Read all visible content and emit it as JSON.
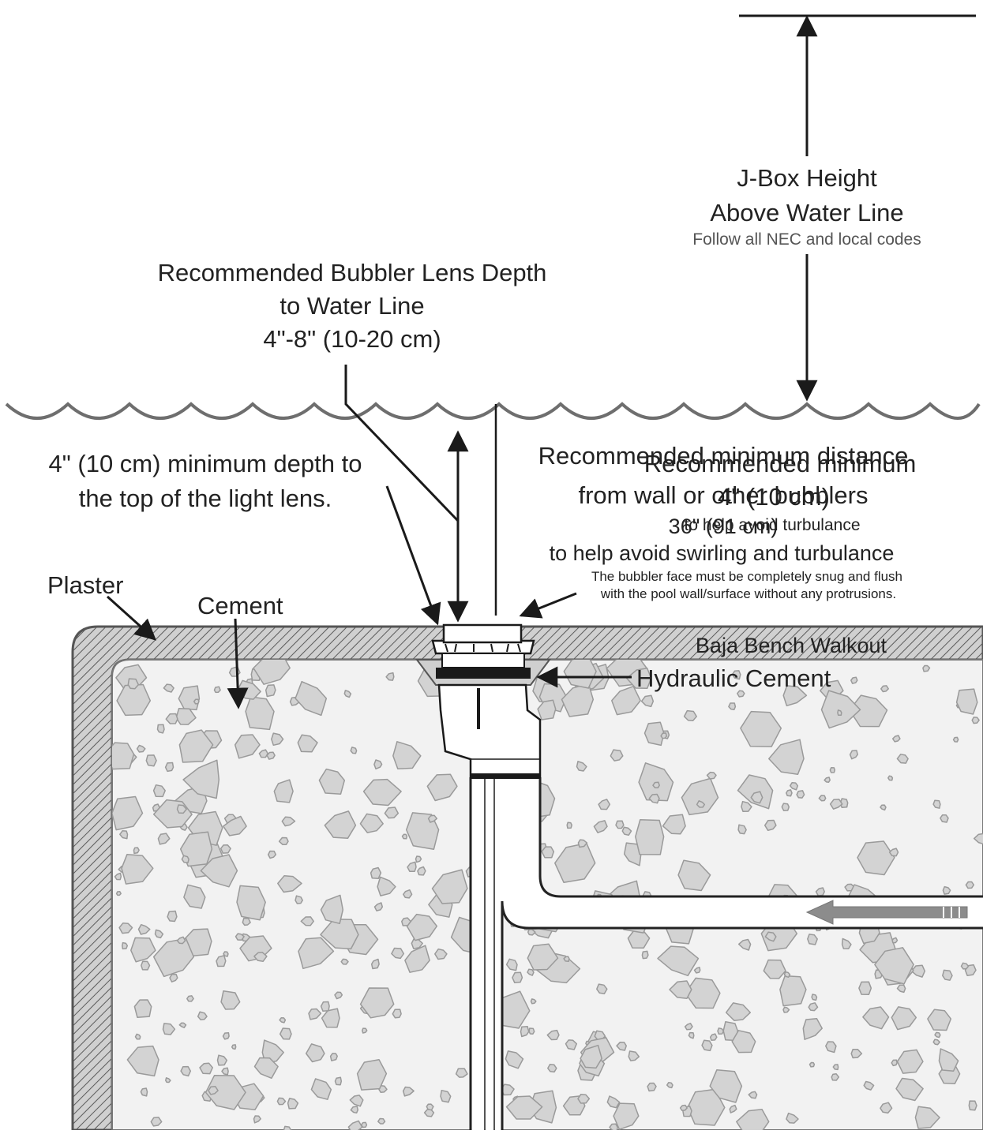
{
  "labels": {
    "jbox_title_1": "J-Box Height",
    "jbox_title_2": "Above Water Line",
    "jbox_note": "Follow all NEC and local codes",
    "lens_depth_1": "Recommended Bubbler Lens Depth",
    "lens_depth_2": "to Water Line",
    "lens_depth_3": "4\"-8\"  (10-20 cm)",
    "min_depth_1": "4\" (10 cm) minimum depth to",
    "min_depth_2": "the top of the light lens.",
    "distance_1": "Recommended minimum distance",
    "distance_2": "from wall or other bubblers",
    "distance_3": "36\" (91 cm)",
    "distance_4": "to help avoid swirling and turbulance",
    "ghost_1": "Recommended    minimum",
    "ghost_2": "4\" (10 cm)",
    "ghost_3": "to help avoid turbulance",
    "flush_note_1": "The bubbler face must be completely snug and flush",
    "flush_note_2": "with the pool wall/surface without any protrusions.",
    "plaster": "Plaster",
    "cement": "Cement",
    "bench": "Baja Bench Walkout",
    "hydraulic": "Hydraulic Cement"
  },
  "colors": {
    "line": "#1a1a1a",
    "water": "#6e6e6e",
    "plaster_fill": "#bdbdbd",
    "cement_fill": "#f2f2f2",
    "stone_fill": "#d3d3d3",
    "stone_stroke": "#9a9a9a",
    "flow_arrow": "#8c8c8c"
  }
}
